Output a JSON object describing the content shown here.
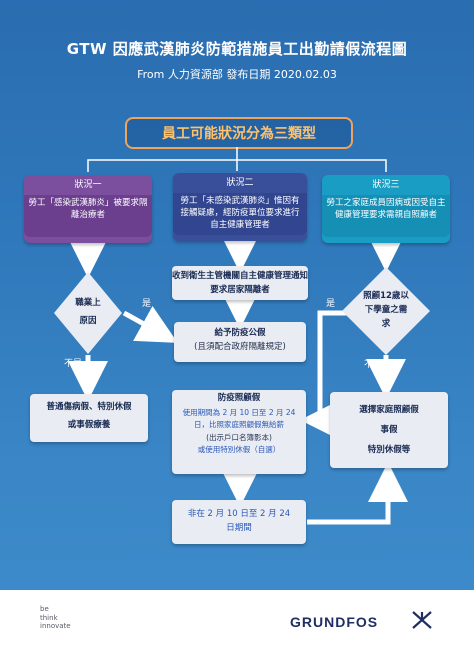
{
  "header": {
    "title": "GTW 因應武漢肺炎防範措施員工出勤請假流程圖",
    "subtitle": "From 人力資源部  發布日期  2020.02.03"
  },
  "banner": "員工可能狀況分為三類型",
  "categories": [
    {
      "head": "狀況一",
      "body": "勞工「感染武漢肺炎」被要求隔離治療者"
    },
    {
      "head": "狀況二",
      "body": "勞工「未感染武漢肺炎」惟因有接觸疑慮，經防疫單位要求進行自主健康管理者"
    },
    {
      "head": "狀況三",
      "body": "勞工之家庭成員因病或因受自主健康管理要求需親自照顧者"
    }
  ],
  "notify": "收到衛生主管機關自主健康管理通知要求居家隔離者",
  "gift": {
    "line1": "給予防疫公假",
    "line2": "(且須配合政府隔離規定)"
  },
  "diamond_left": {
    "line1": "職業上",
    "line2": "原因"
  },
  "diamond_right": {
    "line1": "照顧12歲以",
    "line2": "下學童之需",
    "line3": "求"
  },
  "labels": {
    "yes_left": "是",
    "no_left": "不是",
    "yes_right": "是",
    "no_right": "不是"
  },
  "sick": {
    "line1": "普通傷病假、特別休假",
    "line2": "或事假療養"
  },
  "quarantine": {
    "title": "防疫照顧假",
    "line1": "使用期間為 2 月 10 日至 2 月 24",
    "line2": "日，比照家庭照顧假無給薪",
    "line3": "(出示戶口名簿影本)",
    "line4": "或使用特別休假（自選）"
  },
  "family": {
    "line1": "選擇家庭照顧假",
    "line2": "事假",
    "line3": "特別休假等"
  },
  "outside": {
    "line1": "非在 2 月 10 日至 2 月 24",
    "line2": "日期間"
  },
  "footer": {
    "slogan1": "be",
    "slogan2": "think",
    "slogan3": "innovate",
    "brand": "GRUNDFOS"
  }
}
